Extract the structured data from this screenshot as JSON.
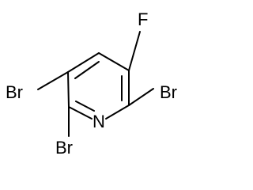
{
  "molecule": {
    "atoms": {
      "fluorine": "F",
      "nitrogen": "N",
      "bromine_left": "Br",
      "bromine_right": "Br",
      "bromine_bottom": "Br"
    }
  }
}
